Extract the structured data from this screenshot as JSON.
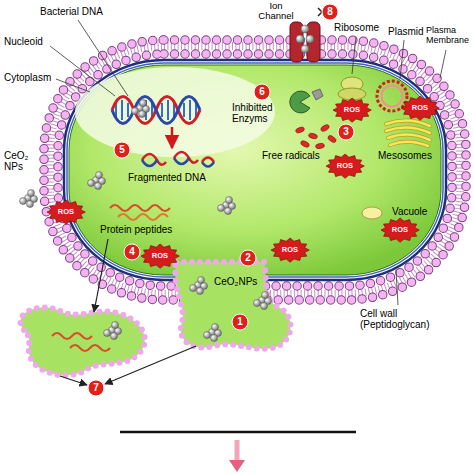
{
  "diagram": {
    "nodes": [
      {
        "text": [
          "8"
        ]
      },
      {
        "text": [
          "6"
        ]
      },
      {
        "text": [
          "ROS"
        ]
      },
      {
        "text": [
          "ROS"
        ]
      },
      {
        "text": [
          "3"
        ]
      },
      {
        "text": [
          "5"
        ]
      },
      {
        "text": [
          "ROS"
        ]
      },
      {
        "text": [
          "ROS"
        ]
      },
      {
        "text": [
          "ROS"
        ]
      },
      {
        "text": [
          "4"
        ]
      },
      {
        "text": [
          "ROS"
        ]
      },
      {
        "text": [
          "ROS"
        ]
      },
      {
        "text": [
          "2"
        ]
      },
      {
        "text": [
          "1"
        ]
      },
      {
        "text": [
          "7"
        ]
      }
    ],
    "labels": [
      "Ion Channel",
      "Bacterial DNA",
      "Ribosome",
      "Plasmid",
      "Plasma Membrane",
      "Nucleoid",
      "Cytoplasm",
      "CeO₂ NPs",
      "Inhibitted Enzyms",
      "Free radicals",
      "Fragmented DNA",
      "Protein peptides",
      "Mesosomes",
      "Vacuole",
      "Cell wall (Peptidoglycan)",
      "CeO₂NPs"
    ]
  }
}
